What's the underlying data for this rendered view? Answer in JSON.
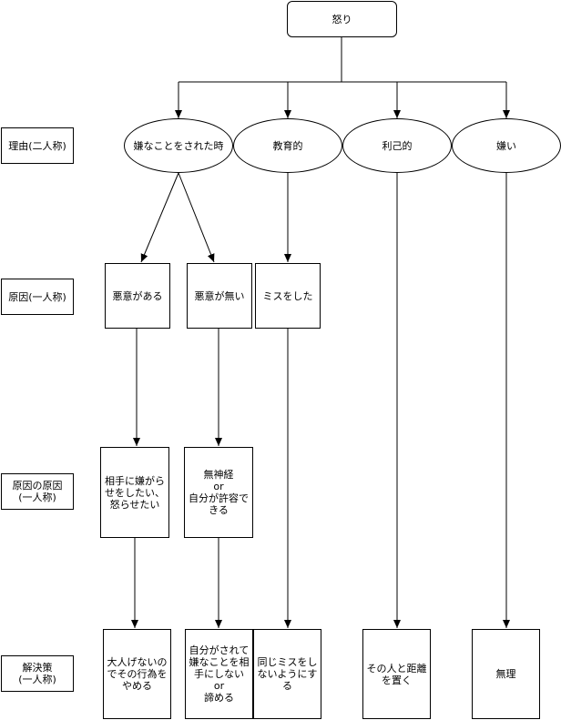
{
  "top": {
    "label": "怒り"
  },
  "rows": {
    "reason": "理由(二人称)",
    "cause": "原因(一人称)",
    "root_cause": "原因の原因\n(一人称)",
    "solution": "解決策\n(一人称)"
  },
  "reasons": {
    "harmed": "嫌なことをされた時",
    "educational": "教育的",
    "selfish": "利己的",
    "dislike": "嫌い"
  },
  "causes": {
    "malicious": "悪意がある",
    "no_malice": "悪意が無い",
    "mistake": "ミスをした"
  },
  "root_causes": {
    "provoke": "相手に嫌がら\nせをしたい、\n怒らせたい",
    "careless": "無神経\nor\n自分が許容で\nきる"
  },
  "solutions": {
    "stop": "大人げないの\nでその行為を\nやめる",
    "ignore": "自分がされて\n嫌なことを相\n手にしない\nor\n諦める",
    "no_repeat": "同じミスをし\nないようにす\nる",
    "distance": "その人と距離\nを置く",
    "impossible": "無理"
  }
}
